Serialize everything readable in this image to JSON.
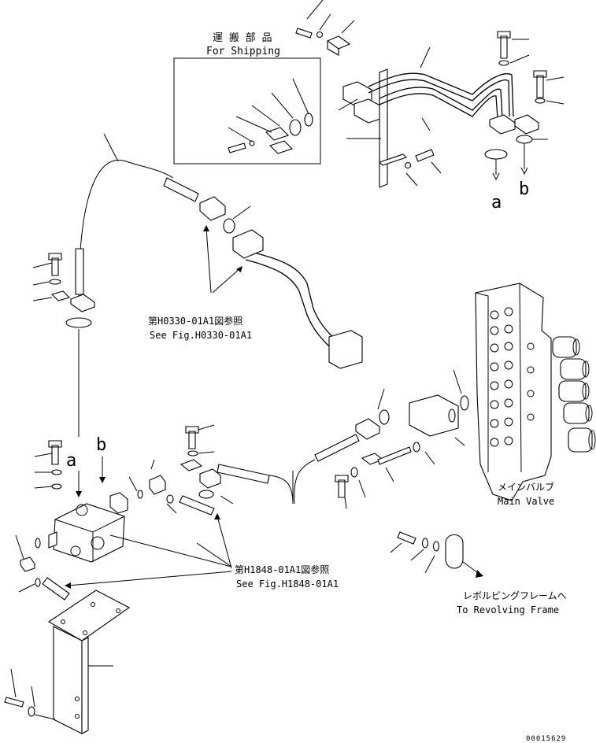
{
  "shipping_box": {
    "label_jp": "運 搬 部 品",
    "label_en": "For Shipping"
  },
  "refs": [
    {
      "jp": "第H0330-01A1図参照",
      "en": "See Fig.H0330-01A1"
    },
    {
      "jp": "第H1848-01A1図参照",
      "en": "See Fig.H1848-01A1"
    }
  ],
  "main_valve": {
    "jp": "メインバルブ",
    "en": "Main Valve"
  },
  "revolving_frame": {
    "jp": "レボルビングフレームへ",
    "en": "To Revolving Frame"
  },
  "markers": {
    "a": "a",
    "b": "b"
  },
  "drawing_number": "00015629"
}
